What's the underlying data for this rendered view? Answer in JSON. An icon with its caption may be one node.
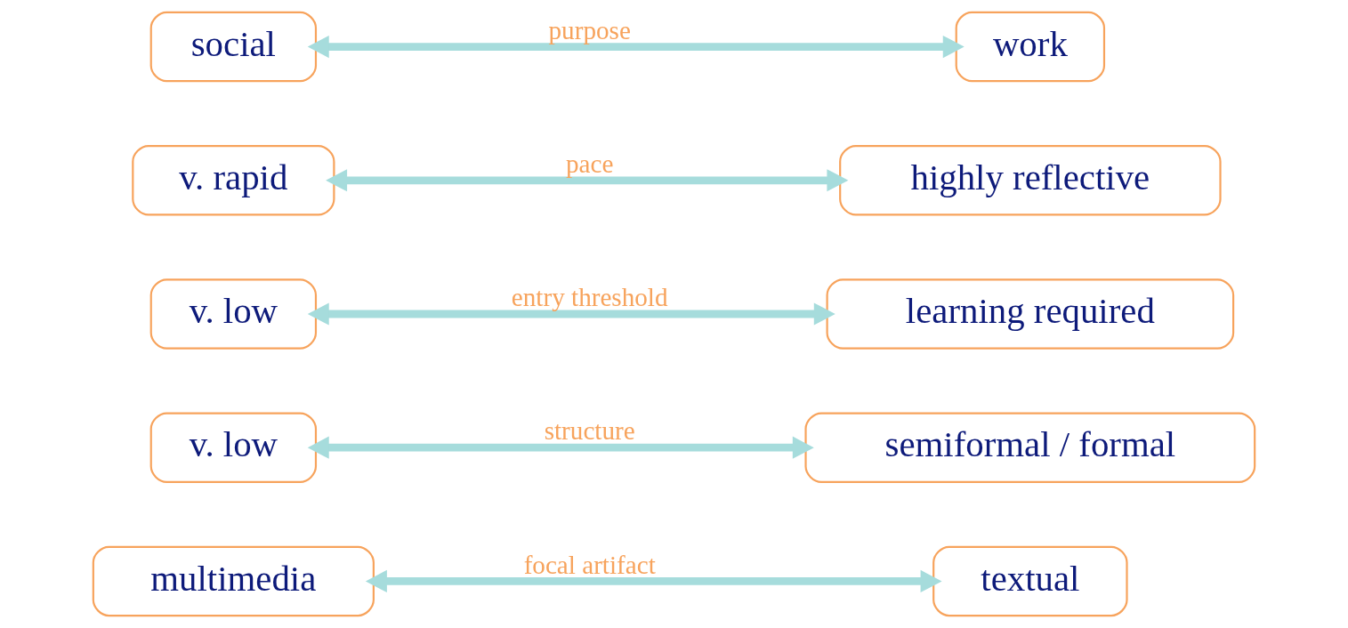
{
  "diagram": {
    "nodes": [
      {
        "text": [
          "social"
        ]
      },
      {
        "text": [
          "work"
        ]
      },
      {
        "text": [
          "v. rapid"
        ]
      },
      {
        "text": [
          "highly reflective"
        ]
      },
      {
        "text": [
          "v. low"
        ]
      },
      {
        "text": [
          "learning required"
        ]
      },
      {
        "text": [
          "v. low"
        ]
      },
      {
        "text": [
          "semiformal / formal"
        ]
      },
      {
        "text": [
          "multimedia"
        ]
      },
      {
        "text": [
          "textual"
        ]
      }
    ],
    "edges": [
      {
        "from": 0,
        "to": 1,
        "arrow": "both",
        "label": "purpose"
      },
      {
        "from": 2,
        "to": 3,
        "arrow": "both",
        "label": "pace"
      },
      {
        "from": 4,
        "to": 5,
        "arrow": "both",
        "label": "entry threshold"
      },
      {
        "from": 6,
        "to": 7,
        "arrow": "both",
        "label": "structure"
      },
      {
        "from": 8,
        "to": 9,
        "arrow": "both",
        "label": "focal artifact"
      }
    ]
  }
}
